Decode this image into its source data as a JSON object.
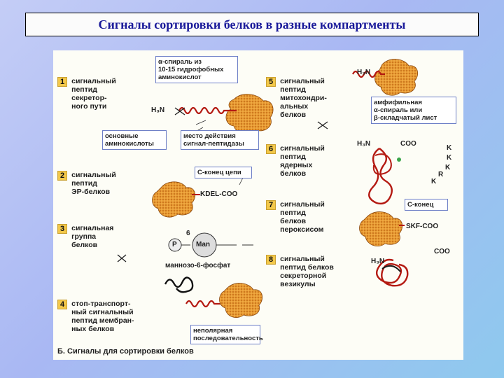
{
  "slide": {
    "title": "Сигналы сортировки белков в разные компартменты"
  },
  "figure": {
    "items": [
      {
        "num": "1",
        "lines": [
          "сигнальный",
          "пептид",
          "секретор-",
          "ного пути"
        ]
      },
      {
        "num": "2",
        "lines": [
          "сигнальный",
          "пептид",
          "ЭР-белков"
        ]
      },
      {
        "num": "3",
        "lines": [
          "сигнальная",
          "группа",
          "",
          "белков"
        ]
      },
      {
        "num": "4",
        "lines": [
          "стоп-транспорт-",
          "ный сигнальный",
          "пептид мембран-",
          "ных белков"
        ]
      },
      {
        "num": "5",
        "lines": [
          "сигнальный",
          "пептид",
          "митохондри-",
          "альных",
          "белков"
        ]
      },
      {
        "num": "6",
        "lines": [
          "сигнальный",
          "пептид",
          "ядерных",
          "белков"
        ]
      },
      {
        "num": "7",
        "lines": [
          "сигнальный",
          "пептид",
          "белков",
          "пероксисом"
        ]
      },
      {
        "num": "8",
        "lines": [
          "сигнальный",
          "пептид белков",
          "секреторной",
          "везикулы"
        ]
      }
    ],
    "notes": {
      "helix": [
        "α-спираль из",
        "10-15 гидрофобных",
        "аминокислот"
      ],
      "basic": [
        "основные",
        "аминокислоты"
      ],
      "cleavage": [
        "место действия",
        "сигнал-пептидазы"
      ],
      "cterm_chain": "С-конец цепи",
      "cterm": "С-конец",
      "amphi": [
        "амфифильная",
        "α-спираль или",
        "β-складчатый лист"
      ],
      "nonpolar": [
        "неполярная",
        "последовательность"
      ]
    },
    "labels": {
      "h3n": "H₃N",
      "coo": "COO",
      "kdel": "KDEL-COO",
      "skf": "SKF-COO",
      "p": "P",
      "man": "Man",
      "six": "6",
      "m6p": "маннозо-6-фосфат",
      "k": "K",
      "r": "R"
    },
    "caption": "Б. Сигналы для сортировки белков"
  }
}
